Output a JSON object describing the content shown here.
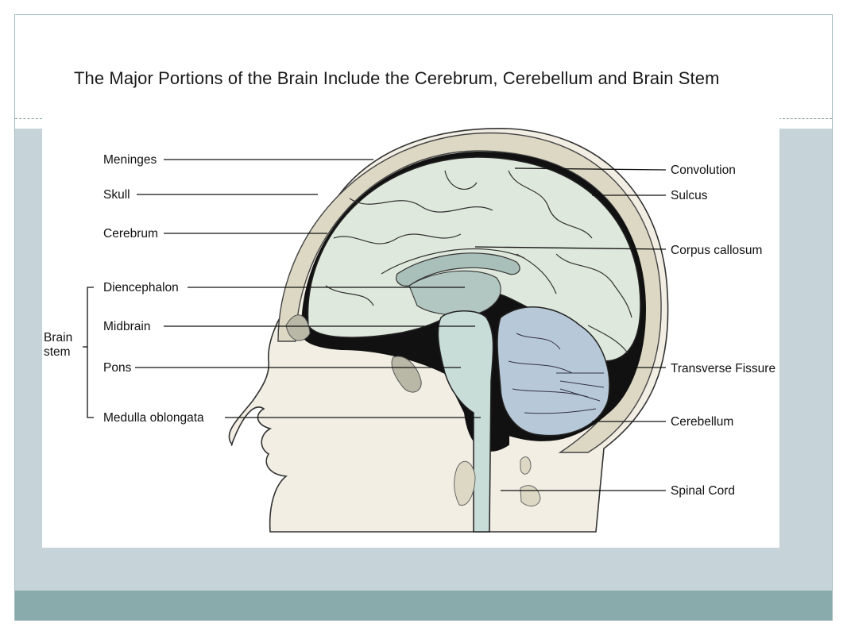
{
  "slide": {
    "title": "The Major Portions of the Brain Include the Cerebrum, Cerebellum and Brain Stem"
  },
  "labels": {
    "left": {
      "meninges": "Meninges",
      "skull": "Skull",
      "cerebrum": "Cerebrum",
      "diencephalon": "Diencephalon",
      "midbrain": "Midbrain",
      "pons": "Pons",
      "medulla": "Medulla oblongata"
    },
    "group": {
      "line1": "Brain",
      "line2": "stem"
    },
    "right": {
      "convolution": "Convolution",
      "sulcus": "Sulcus",
      "corpus_callosum": "Corpus callosum",
      "transverse_fissure": "Transverse Fissure",
      "cerebellum": "Cerebellum",
      "spinal_cord": "Spinal Cord"
    }
  },
  "colors": {
    "band": "#c6d3d8",
    "footer": "#8aabac",
    "brain_fill": "#dfe8dc",
    "cerebellum_fill": "#b7c8d8",
    "stem_fill": "#c8dcd8",
    "skull_fill": "#dcd8c4",
    "skin_fill": "#f2eee4"
  }
}
